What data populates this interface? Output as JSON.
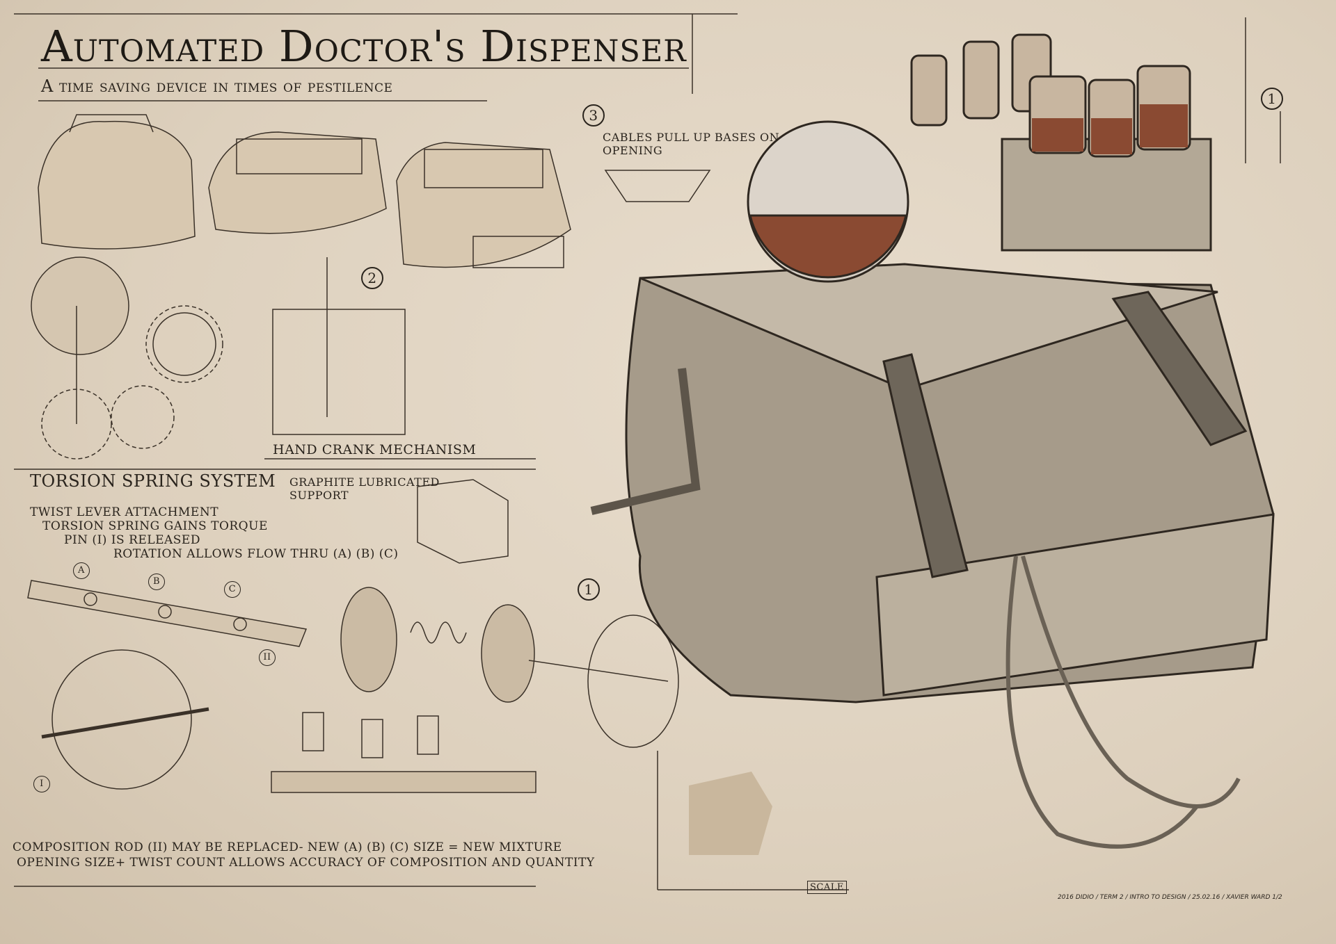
{
  "title": "Automated Doctor's Dispenser",
  "subtitle": "A time saving device in times of pestilence",
  "callouts": {
    "three": "3",
    "two": "2",
    "one_a": "1",
    "one_b": "1"
  },
  "cables_note": [
    "CABLES PULL UP BASES ON",
    "OPENING"
  ],
  "hand_crank": "HAND CRANK MECHANISM",
  "torsion_title": "TORSION SPRING SYSTEM",
  "graphite_note": [
    "GRAPHITE LUBRICATED",
    "SUPPORT"
  ],
  "torsion_steps": [
    "TWIST LEVER ATTACHMENT",
    "TORSION SPRING GAINS TORQUE",
    "PIN (I) IS RELEASED",
    "ROTATION ALLOWS FLOW THRU (A) (B) (C)"
  ],
  "rod_labels": {
    "a": "A",
    "b": "B",
    "c": "C",
    "ii": "II",
    "i": "I"
  },
  "composition_notes": [
    "COMPOSITION ROD (II) MAY BE REPLACED- NEW (A) (B) (C) SIZE = NEW MIXTURE",
    "OPENING SIZE+ TWIST COUNT ALLOWS ACCURACY OF COMPOSITION AND QUANTITY"
  ],
  "scale_label": "SCALE",
  "signature": "2016 DIDIO / TERM 2 / INTRO TO DESIGN / 25.02.16 / XAVIER WARD 1/2",
  "colors": {
    "paper": "#e2d6c5",
    "ink": "#2a241d",
    "fluid": "#8a4a32",
    "leather": "#8c8172"
  }
}
